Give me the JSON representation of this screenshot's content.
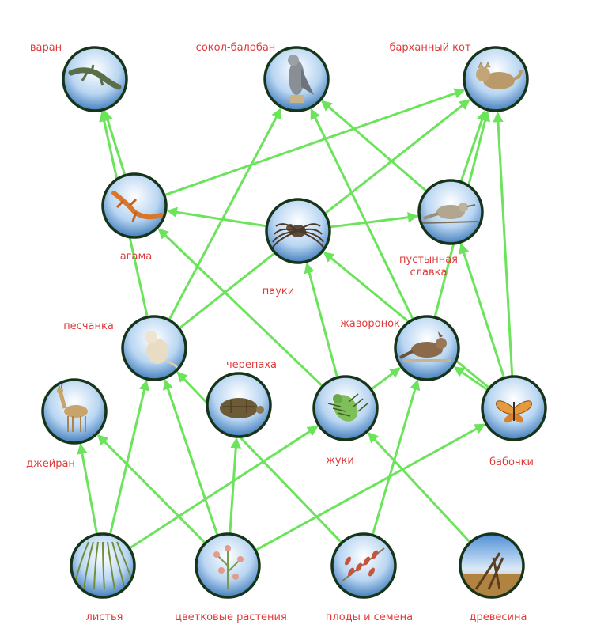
{
  "colors": {
    "edge": "#6be35a",
    "label": "#e03a3a",
    "node_border": "#16341a",
    "sky_top": "#2f6fb3",
    "sky_bottom": "#ffffff"
  },
  "nodes": [
    {
      "id": "varan",
      "label": "варан",
      "icon": "monitor-lizard-icon"
    },
    {
      "id": "sokol",
      "label": "сокол-балобан",
      "icon": "falcon-icon"
    },
    {
      "id": "kot",
      "label": "барханный кот",
      "icon": "sand-cat-icon"
    },
    {
      "id": "agama",
      "label": "агама",
      "icon": "agama-lizard-icon"
    },
    {
      "id": "pauki",
      "label": "пауки",
      "icon": "spider-icon"
    },
    {
      "id": "slavka",
      "label_lines": [
        "пустынная",
        "славка"
      ],
      "icon": "warbler-icon"
    },
    {
      "id": "peschanka",
      "label": "песчанка",
      "icon": "gerbil-icon"
    },
    {
      "id": "zhavoronok",
      "label": "жаворонок",
      "icon": "lark-icon"
    },
    {
      "id": "cherepaha",
      "label": "черепаха",
      "icon": "tortoise-icon"
    },
    {
      "id": "dzheyran",
      "label": "джейран",
      "icon": "gazelle-icon"
    },
    {
      "id": "zhuki",
      "label": "жуки",
      "icon": "beetle-icon"
    },
    {
      "id": "babochki",
      "label": "бабочки",
      "icon": "butterfly-icon"
    },
    {
      "id": "listya",
      "label": "листья",
      "icon": "leaves-icon"
    },
    {
      "id": "cvetkovye",
      "label": "цветковые растения",
      "icon": "flowering-plants-icon"
    },
    {
      "id": "plody",
      "label": "плоды и семена",
      "icon": "fruits-seeds-icon"
    },
    {
      "id": "drevesina",
      "label": "древесина",
      "icon": "wood-icon"
    }
  ],
  "edges": [
    {
      "from": "listya",
      "to": "dzheyran"
    },
    {
      "from": "listya",
      "to": "peschanka"
    },
    {
      "from": "listya",
      "to": "zhuki"
    },
    {
      "from": "cvetkovye",
      "to": "dzheyran"
    },
    {
      "from": "cvetkovye",
      "to": "peschanka"
    },
    {
      "from": "cvetkovye",
      "to": "cherepaha"
    },
    {
      "from": "cvetkovye",
      "to": "babochki"
    },
    {
      "from": "plody",
      "to": "peschanka"
    },
    {
      "from": "plody",
      "to": "zhavoronok"
    },
    {
      "from": "drevesina",
      "to": "zhuki"
    },
    {
      "from": "zhuki",
      "to": "pauki"
    },
    {
      "from": "zhuki",
      "to": "zhavoronok"
    },
    {
      "from": "zhuki",
      "to": "agama"
    },
    {
      "from": "babochki",
      "to": "zhavoronok"
    },
    {
      "from": "babochki",
      "to": "pauki"
    },
    {
      "from": "babochki",
      "to": "slavka"
    },
    {
      "from": "pauki",
      "to": "agama"
    },
    {
      "from": "pauki",
      "to": "slavka"
    },
    {
      "from": "peschanka",
      "to": "varan"
    },
    {
      "from": "peschanka",
      "to": "sokol"
    },
    {
      "from": "peschanka",
      "to": "kot"
    },
    {
      "from": "agama",
      "to": "varan"
    },
    {
      "from": "agama",
      "to": "kot"
    },
    {
      "from": "slavka",
      "to": "sokol"
    },
    {
      "from": "slavka",
      "to": "kot"
    },
    {
      "from": "zhavoronok",
      "to": "sokol"
    },
    {
      "from": "zhavoronok",
      "to": "kot"
    },
    {
      "from": "babochki",
      "to": "kot"
    }
  ]
}
